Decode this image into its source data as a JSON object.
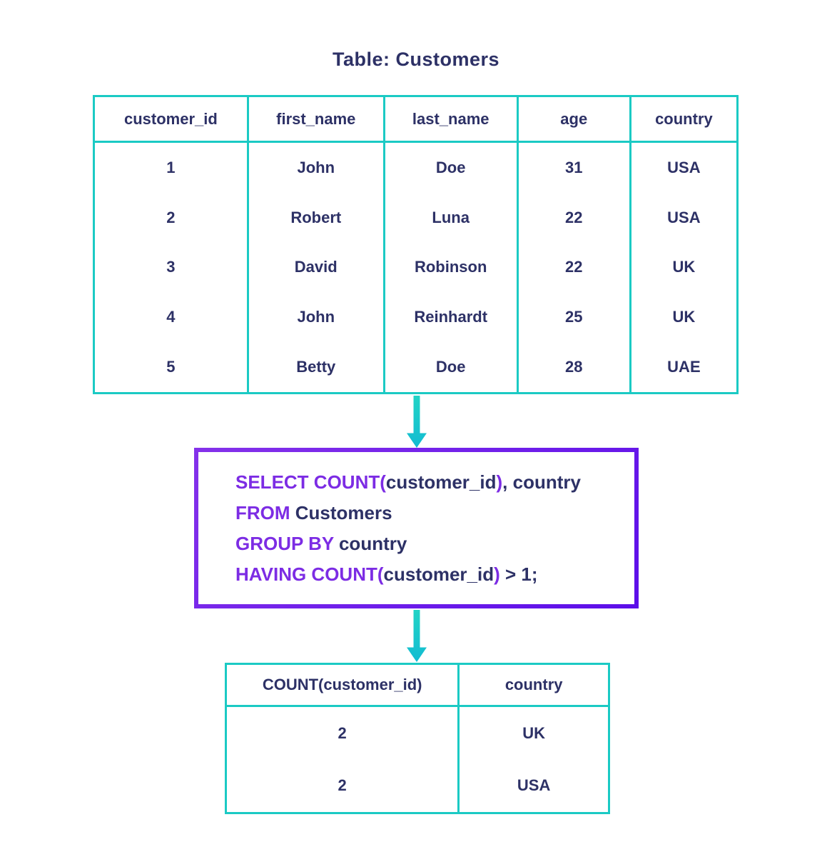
{
  "title": "Table: Customers",
  "customers_table": {
    "headers": [
      "customer_id",
      "first_name",
      "last_name",
      "age",
      "country"
    ],
    "rows": [
      [
        "1",
        "John",
        "Doe",
        "31",
        "USA"
      ],
      [
        "2",
        "Robert",
        "Luna",
        "22",
        "USA"
      ],
      [
        "3",
        "David",
        "Robinson",
        "22",
        "UK"
      ],
      [
        "4",
        "John",
        "Reinhardt",
        "25",
        "UK"
      ],
      [
        "5",
        "Betty",
        "Doe",
        "28",
        "UAE"
      ]
    ]
  },
  "sql_query": {
    "line1": {
      "keyword": "SELECT COUNT(",
      "arg": "customer_id",
      "close": ")",
      "rest": ", country"
    },
    "line2": {
      "keyword": "FROM",
      "rest": " Customers"
    },
    "line3": {
      "keyword": "GROUP BY",
      "rest": " country"
    },
    "line4": {
      "keyword": "HAVING COUNT(",
      "arg": "customer_id",
      "close": ")",
      "rest": " > 1;"
    }
  },
  "result_table": {
    "headers": [
      "COUNT(customer_id)",
      "country"
    ],
    "rows": [
      [
        "2",
        "UK"
      ],
      [
        "2",
        "USA"
      ]
    ]
  },
  "colors": {
    "background": "#ffffff",
    "table_border_teal": "#1bcac4",
    "text_navy": "#2d3166",
    "sql_keyword_purple": "#7c2ce4",
    "sql_box_border_gradient_start": "#8431ea",
    "sql_box_border_gradient_end": "#5c0ee9",
    "arrow_gradient_start": "#22d3c5",
    "arrow_gradient_end": "#12bcd2"
  }
}
